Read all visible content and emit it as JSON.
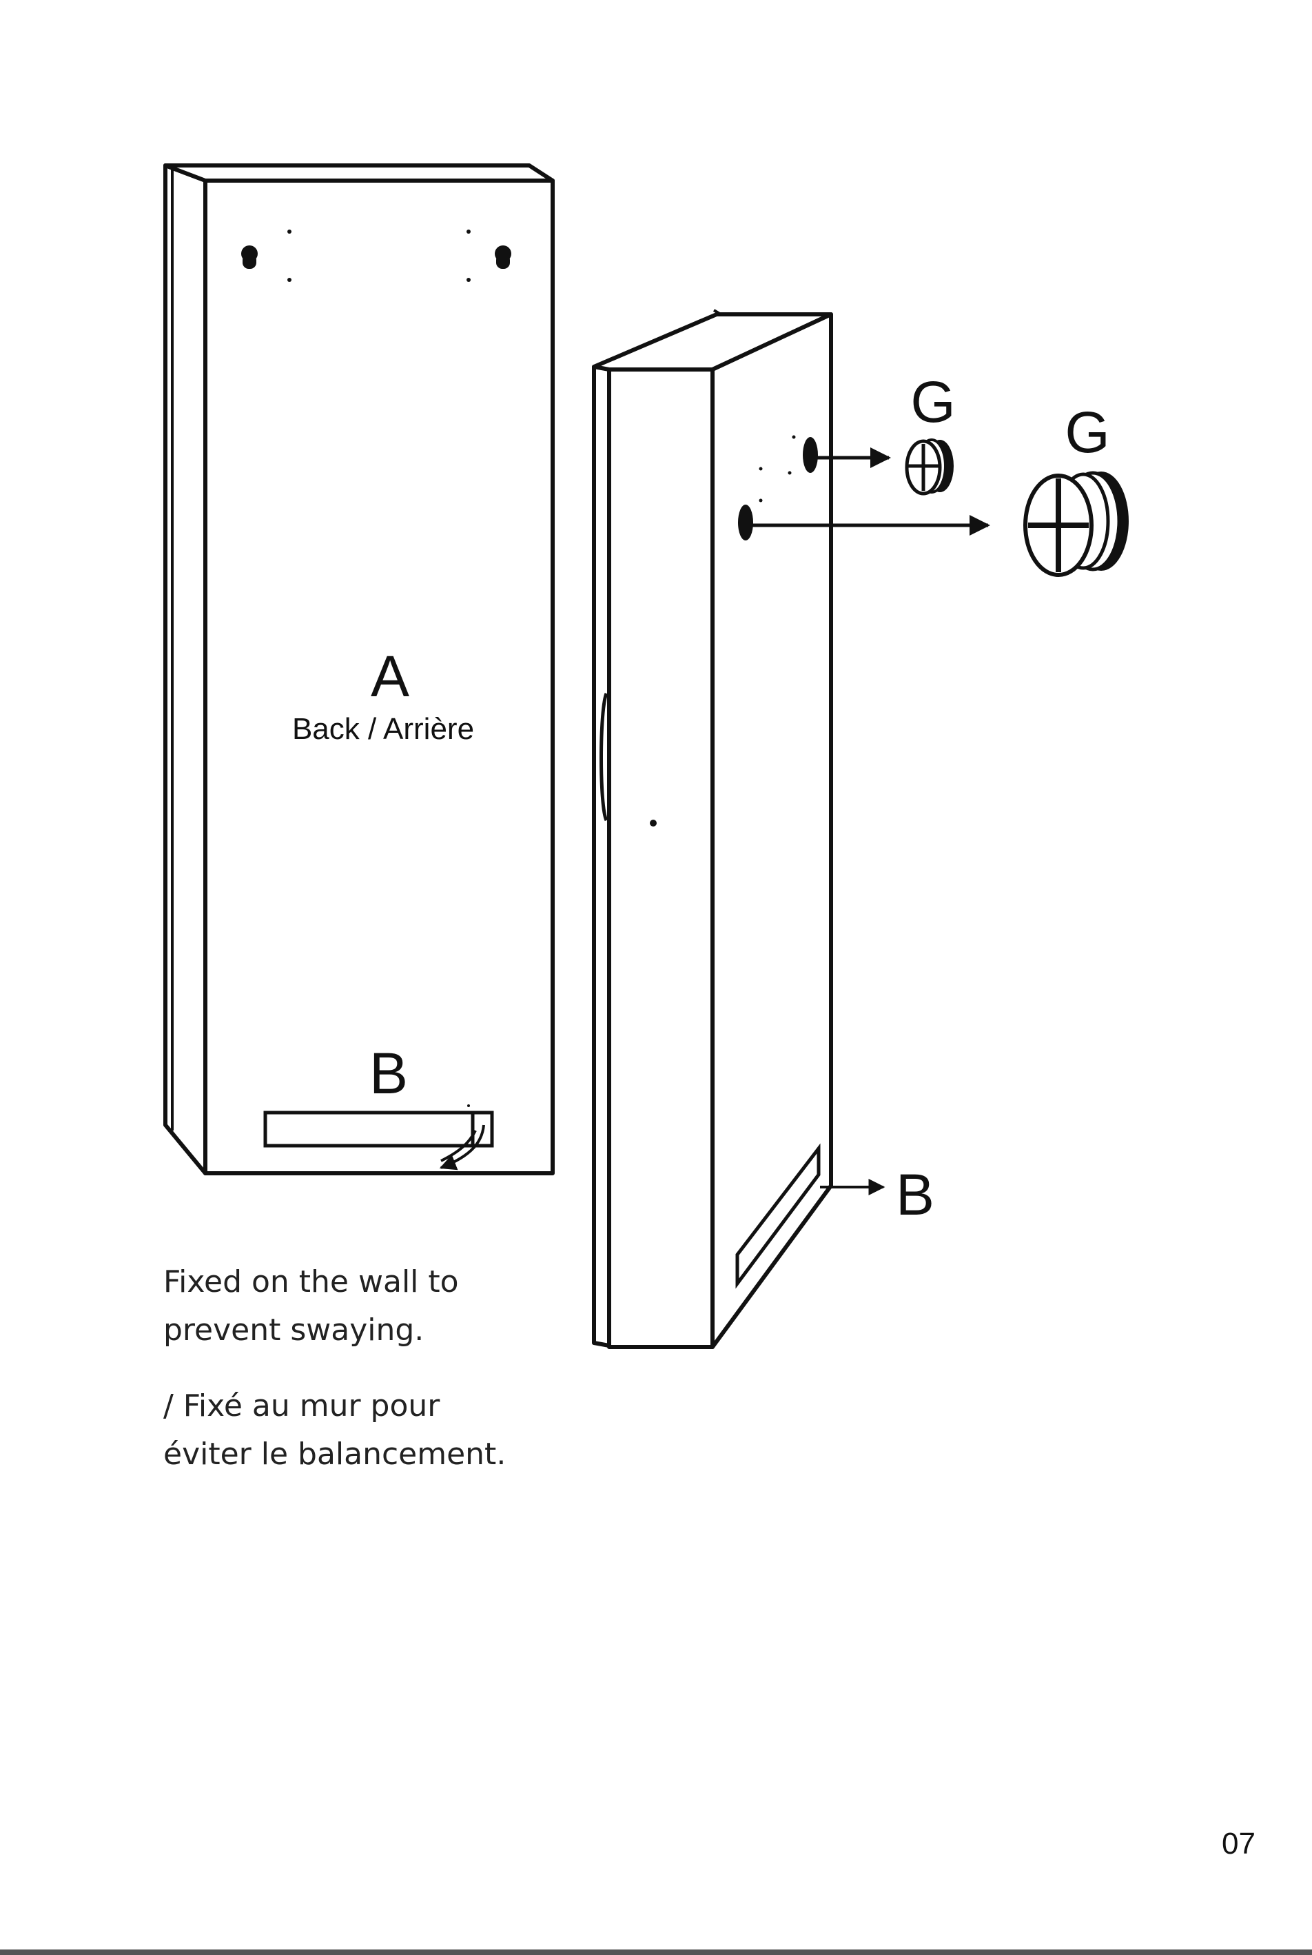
{
  "labels": {
    "panel_a_letter": "A",
    "panel_a_text": "Back / Arrière",
    "label_b_left": "B",
    "label_b_right": "B",
    "label_g_small": "G",
    "label_g_large": "G"
  },
  "caption_en": {
    "line1": "Fixed on the wall to",
    "line2": "prevent swaying."
  },
  "caption_fr": {
    "line1": "/ Fixé au mur pour",
    "line2": "éviter le balancement."
  },
  "page_number": "07",
  "icons": [
    "keyhole-icon",
    "arrow-icon",
    "wall-plug-icon"
  ]
}
